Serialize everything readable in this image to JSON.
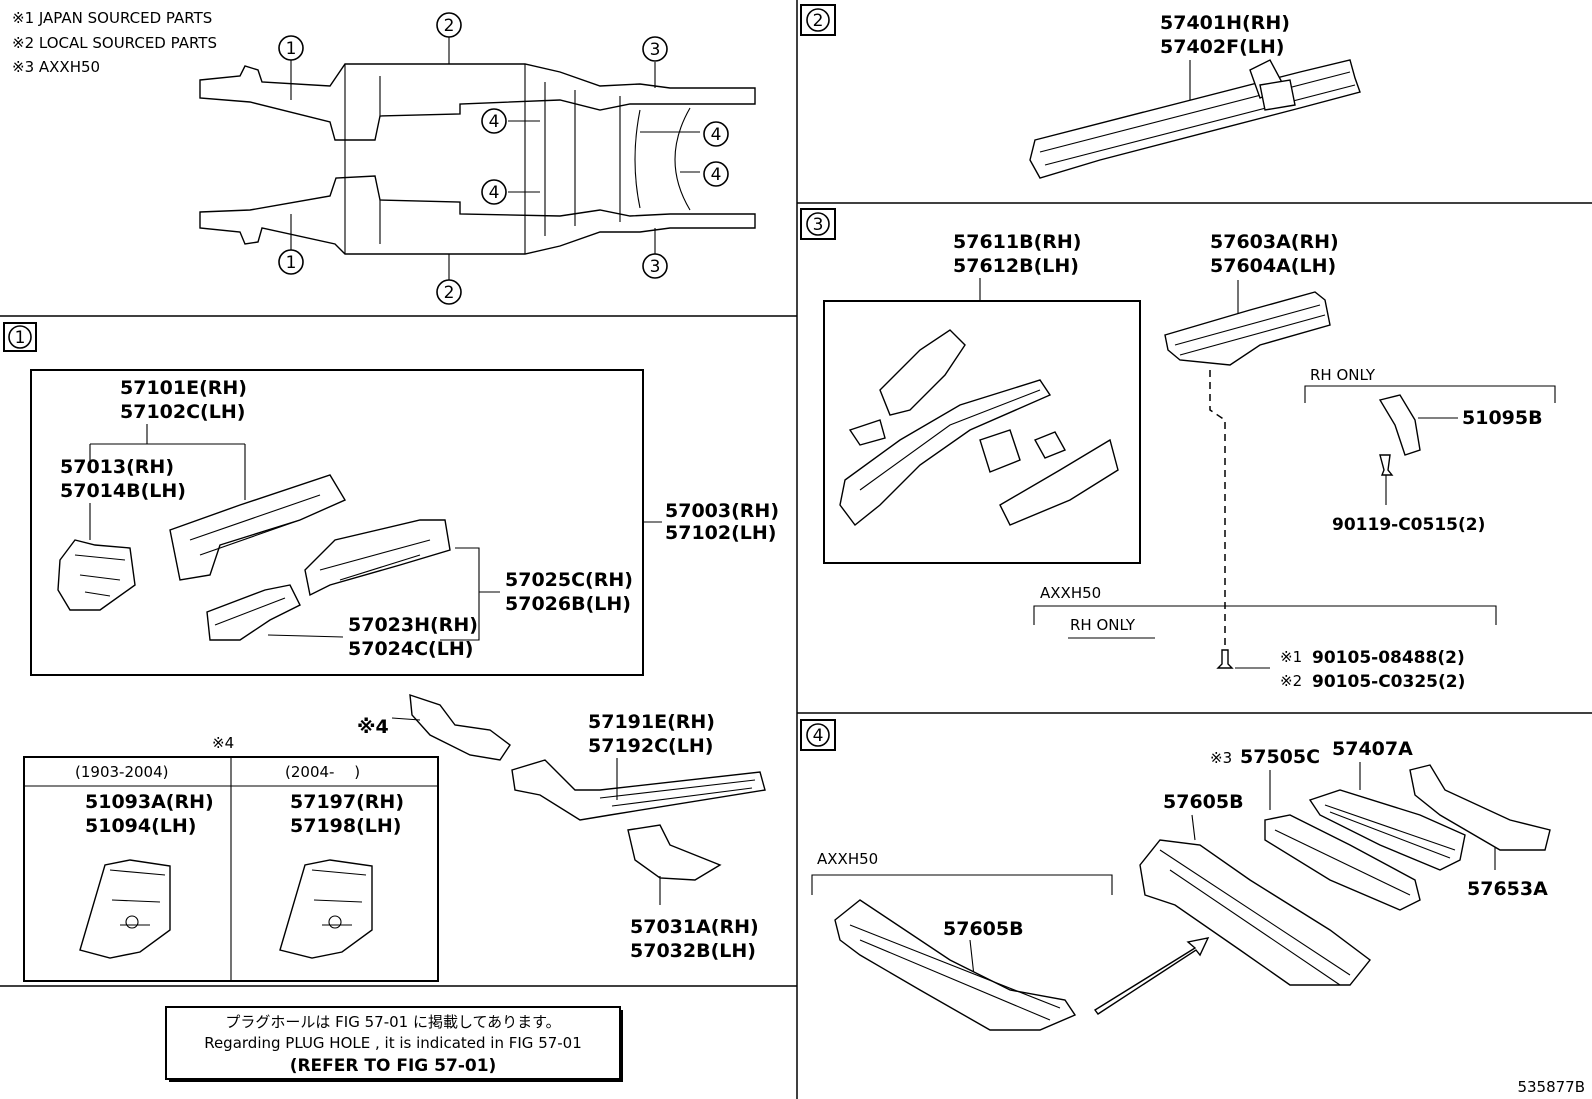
{
  "notes": {
    "n1": "※1 JAPAN SOURCED PARTS",
    "n2": "※2 LOCAL SOURCED PARTS",
    "n3": "※3 AXXH50"
  },
  "overview": {
    "c1": "1",
    "c2": "2",
    "c3": "3",
    "c4": "4"
  },
  "section1": {
    "marker": "1",
    "p57101": "57101E(RH)",
    "p57102c": "57102C(LH)",
    "p57013": "57013(RH)",
    "p57014": "57014B(LH)",
    "p57003": "57003(RH)",
    "p57102": "57102(LH)",
    "p57025": "57025C(RH)",
    "p57026": "57026B(LH)",
    "p57023": "57023H(RH)",
    "p57024": "57024C(LH)",
    "mark4": "※4",
    "p57191": "57191E(RH)",
    "p57192": "57192C(LH)",
    "p57031": "57031A(RH)",
    "p57032": "57032B(LH)",
    "tbl_mark": "※4",
    "tbl_h1": "(1903-2004)",
    "tbl_h2": "(2004-　 )",
    "p51093": "51093A(RH)",
    "p51094": "51094(LH)",
    "p57197": "57197(RH)",
    "p57198": "57198(LH)"
  },
  "notebox": {
    "line1": "プラグホールは FIG 57-01 に掲載してあります。",
    "line2": "Regarding  PLUG  HOLE , it is indicated in  FIG  57-01",
    "line3": "(REFER TO FIG 57-01)"
  },
  "section2": {
    "marker": "2",
    "p57401": "57401H(RH)",
    "p57402": "57402F(LH)"
  },
  "section3": {
    "marker": "3",
    "p57611": "57611B(RH)",
    "p57612": "57612B(LH)",
    "p57603": "57603A(RH)",
    "p57604": "57604A(LH)",
    "rhonly1": "RH ONLY",
    "p51095": "51095B",
    "p90119": "90119-C0515(2)",
    "axxh50": "AXXH50",
    "rhonly2": "RH ONLY",
    "m1": "※1",
    "p90105a": "90105-08488(2)",
    "m2": "※2",
    "p90105b": "90105-C0325(2)"
  },
  "section4": {
    "marker": "4",
    "m3": "※3",
    "p57505": "57505C",
    "p57407": "57407A",
    "p57605a": "57605B",
    "p57653": "57653A",
    "axxh50": "AXXH50",
    "p57605b": "57605B"
  },
  "figno": "535877B"
}
